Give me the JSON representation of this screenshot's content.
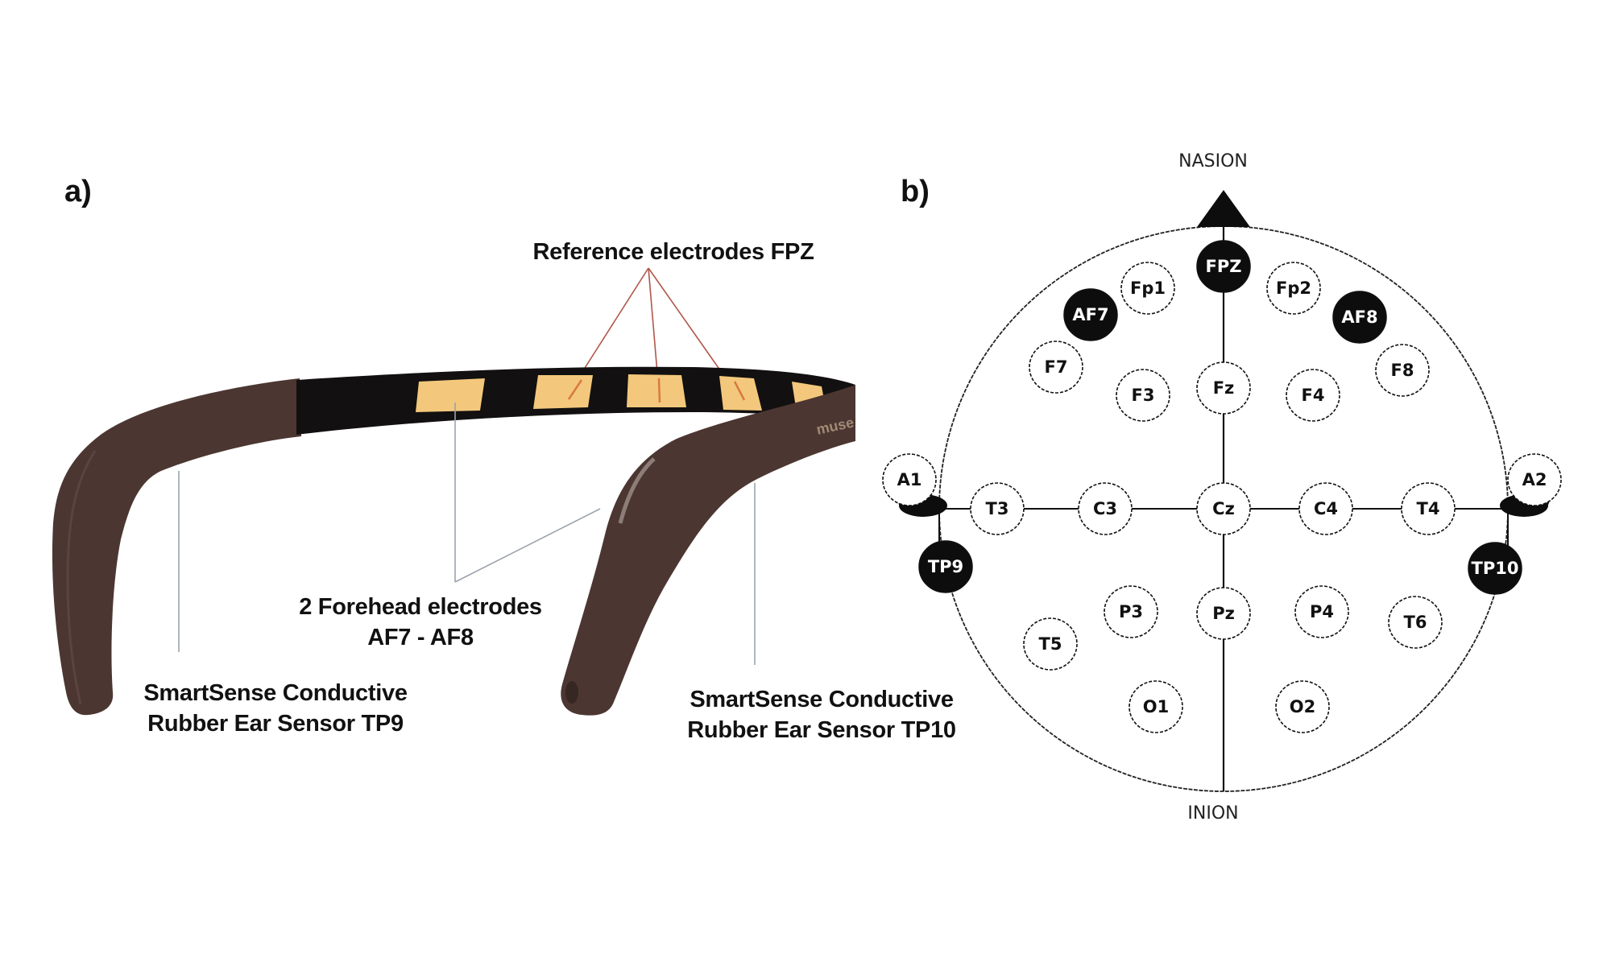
{
  "panel_a": {
    "label": "a)",
    "callouts": {
      "reference": "Reference electrodes FPZ",
      "forehead_line1": "2 Forehead electrodes",
      "forehead_line2": "AF7 - AF8",
      "tp9_line1": "SmartSense Conductive",
      "tp9_line2": "Rubber Ear Sensor TP9",
      "tp10_line1": "SmartSense Conductive",
      "tp10_line2": "Rubber Ear Sensor TP10"
    },
    "device_brand_mark": "muse",
    "colors": {
      "ear_piece": "#4b3631",
      "ear_piece_highlight": "#6a514b",
      "band": "#121010",
      "electrode_pad": "#f3c87c",
      "reference_pointer": "#b0574a",
      "pointer_line": "#9aa3ad"
    }
  },
  "panel_b": {
    "label": "b)",
    "landmarks": {
      "top": "NASION",
      "bottom": "INION"
    },
    "system": "10-20",
    "electrodes": [
      {
        "id": "FPZ",
        "label": "FPZ",
        "highlighted": true
      },
      {
        "id": "Fp1",
        "label": "Fp1",
        "highlighted": false
      },
      {
        "id": "Fp2",
        "label": "Fp2",
        "highlighted": false
      },
      {
        "id": "AF7",
        "label": "AF7",
        "highlighted": true
      },
      {
        "id": "AF8",
        "label": "AF8",
        "highlighted": true
      },
      {
        "id": "F7",
        "label": "F7",
        "highlighted": false
      },
      {
        "id": "F3",
        "label": "F3",
        "highlighted": false
      },
      {
        "id": "Fz",
        "label": "Fz",
        "highlighted": false
      },
      {
        "id": "F4",
        "label": "F4",
        "highlighted": false
      },
      {
        "id": "F8",
        "label": "F8",
        "highlighted": false
      },
      {
        "id": "A1",
        "label": "A1",
        "highlighted": false
      },
      {
        "id": "T3",
        "label": "T3",
        "highlighted": false
      },
      {
        "id": "C3",
        "label": "C3",
        "highlighted": false
      },
      {
        "id": "Cz",
        "label": "Cz",
        "highlighted": false
      },
      {
        "id": "C4",
        "label": "C4",
        "highlighted": false
      },
      {
        "id": "T4",
        "label": "T4",
        "highlighted": false
      },
      {
        "id": "A2",
        "label": "A2",
        "highlighted": false
      },
      {
        "id": "TP9",
        "label": "TP9",
        "highlighted": true
      },
      {
        "id": "TP10",
        "label": "TP10",
        "highlighted": true
      },
      {
        "id": "T5",
        "label": "T5",
        "highlighted": false
      },
      {
        "id": "P3",
        "label": "P3",
        "highlighted": false
      },
      {
        "id": "Pz",
        "label": "Pz",
        "highlighted": false
      },
      {
        "id": "P4",
        "label": "P4",
        "highlighted": false
      },
      {
        "id": "T6",
        "label": "T6",
        "highlighted": false
      },
      {
        "id": "O1",
        "label": "O1",
        "highlighted": false
      },
      {
        "id": "O2",
        "label": "O2",
        "highlighted": false
      }
    ],
    "colors": {
      "highlight_fill": "#0d0d0d",
      "highlight_text": "#ffffff",
      "normal_fill": "#ffffff",
      "normal_text": "#111111",
      "line": "#111111"
    }
  }
}
